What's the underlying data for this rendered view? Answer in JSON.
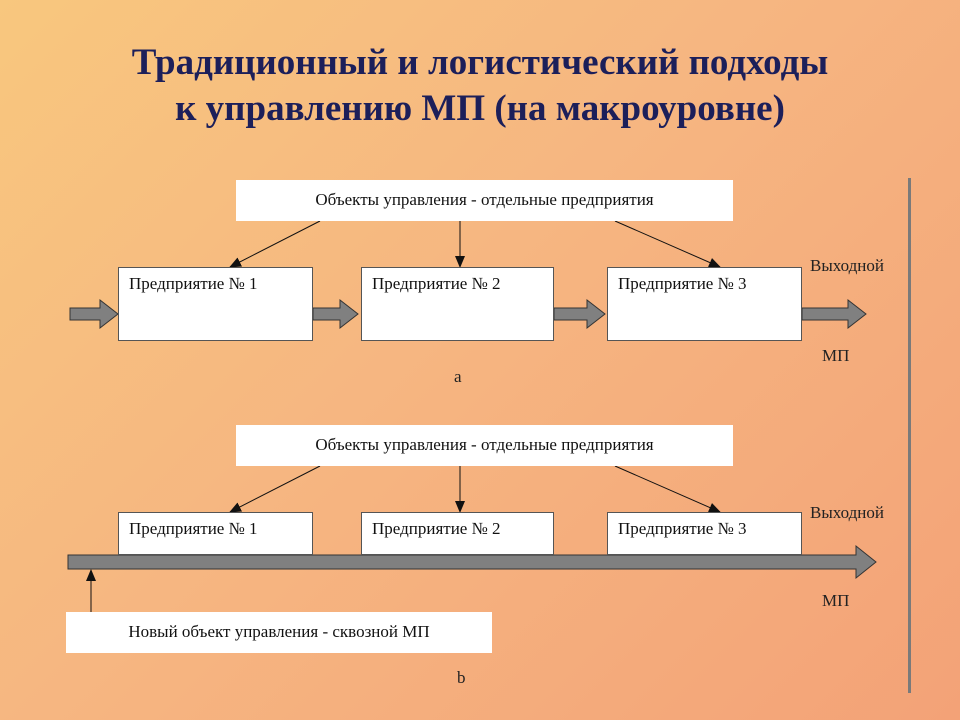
{
  "title": {
    "line1": "Традиционный и логистический подходы",
    "line2": "к управлению МП (на макроуровне)"
  },
  "diagram_a": {
    "objects_label": "Объекты управления - отдельные предприятия",
    "enterprises": [
      "Предприятие № 1",
      "Предприятие № 2",
      "Предприятие № 3"
    ],
    "output_top": "Выходной",
    "output_bottom": "МП",
    "caption": "a"
  },
  "diagram_b": {
    "objects_label": "Объекты управления - отдельные предприятия",
    "enterprises": [
      "Предприятие № 1",
      "Предприятие № 2",
      "Предприятие № 3"
    ],
    "output_top": "Выходной",
    "output_bottom": "МП",
    "new_object_label": "Новый объект управления - сквозной МП",
    "caption": "b"
  },
  "colors": {
    "title": "#1c1f5a",
    "arrow_fill": "#808080",
    "background": "#f6b681"
  }
}
